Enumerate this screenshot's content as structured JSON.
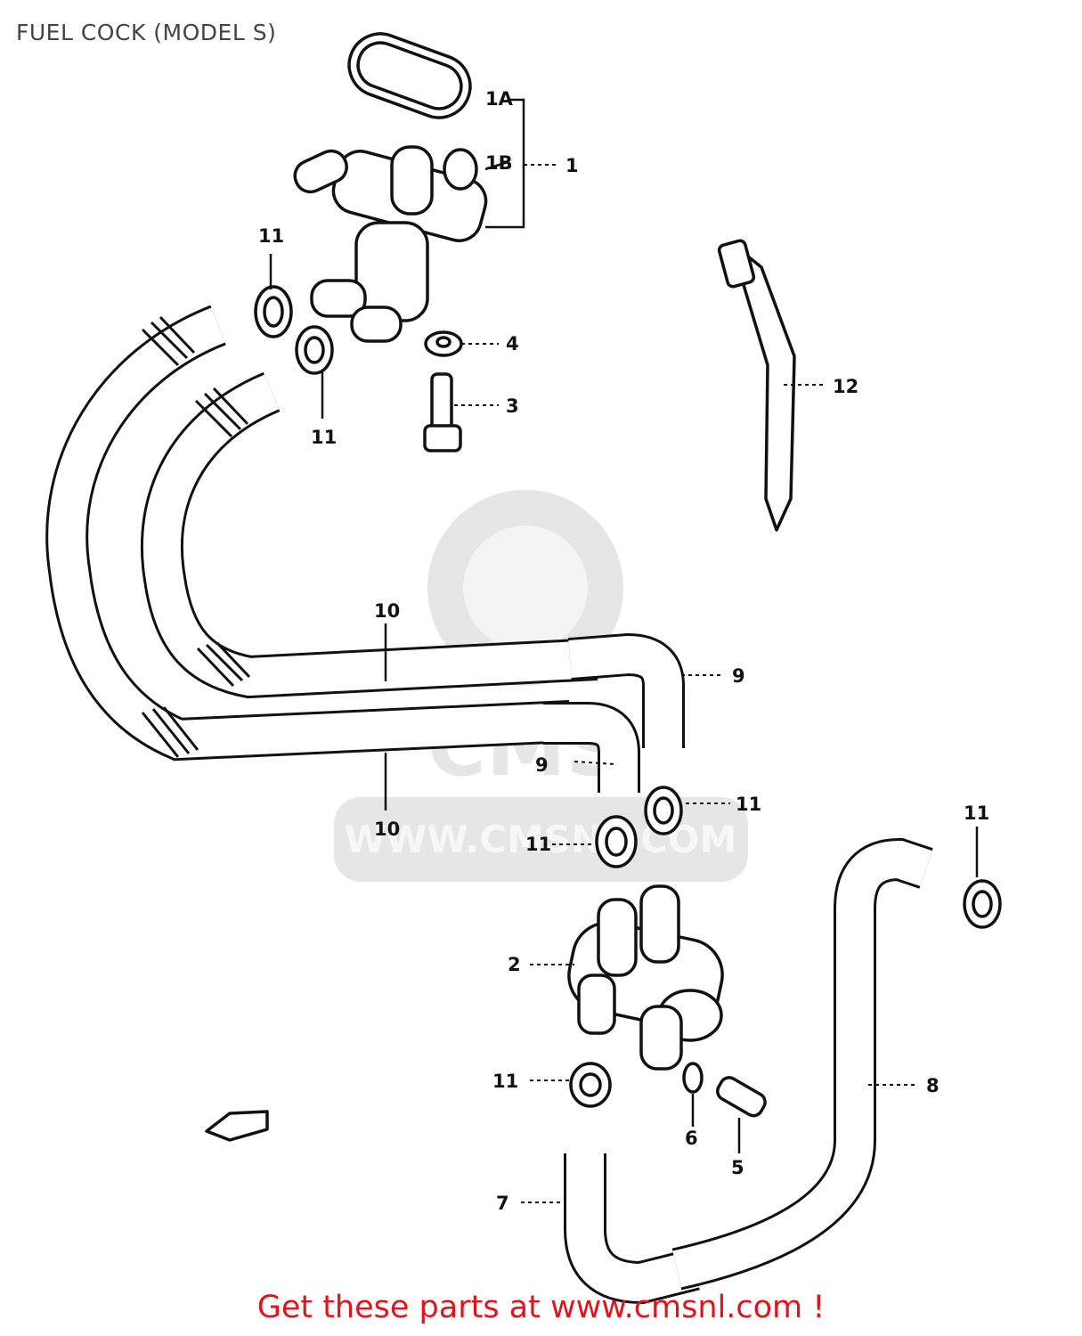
{
  "title": "FUEL COCK (MODEL S)",
  "labels": {
    "l1": "1",
    "l1a": "1A",
    "l1b": "1B",
    "l2": "2",
    "l3": "3",
    "l4": "4",
    "l5": "5",
    "l6": "6",
    "l7": "7",
    "l8": "8",
    "l9a": "9",
    "l9b": "9",
    "l10a": "10",
    "l10b": "10",
    "l11a": "11",
    "l11b": "11",
    "l11c": "11",
    "l11d": "11",
    "l11e": "11",
    "l11f": "11",
    "l12": "12"
  },
  "watermark": {
    "logo_text": "CMS",
    "url": "WWW.CMSNL.COM"
  },
  "banner": "Get these parts at www.cmsnl.com !",
  "colors": {
    "banner": "#e0151c",
    "title": "#444444",
    "watermark": "#e6e6e6"
  }
}
